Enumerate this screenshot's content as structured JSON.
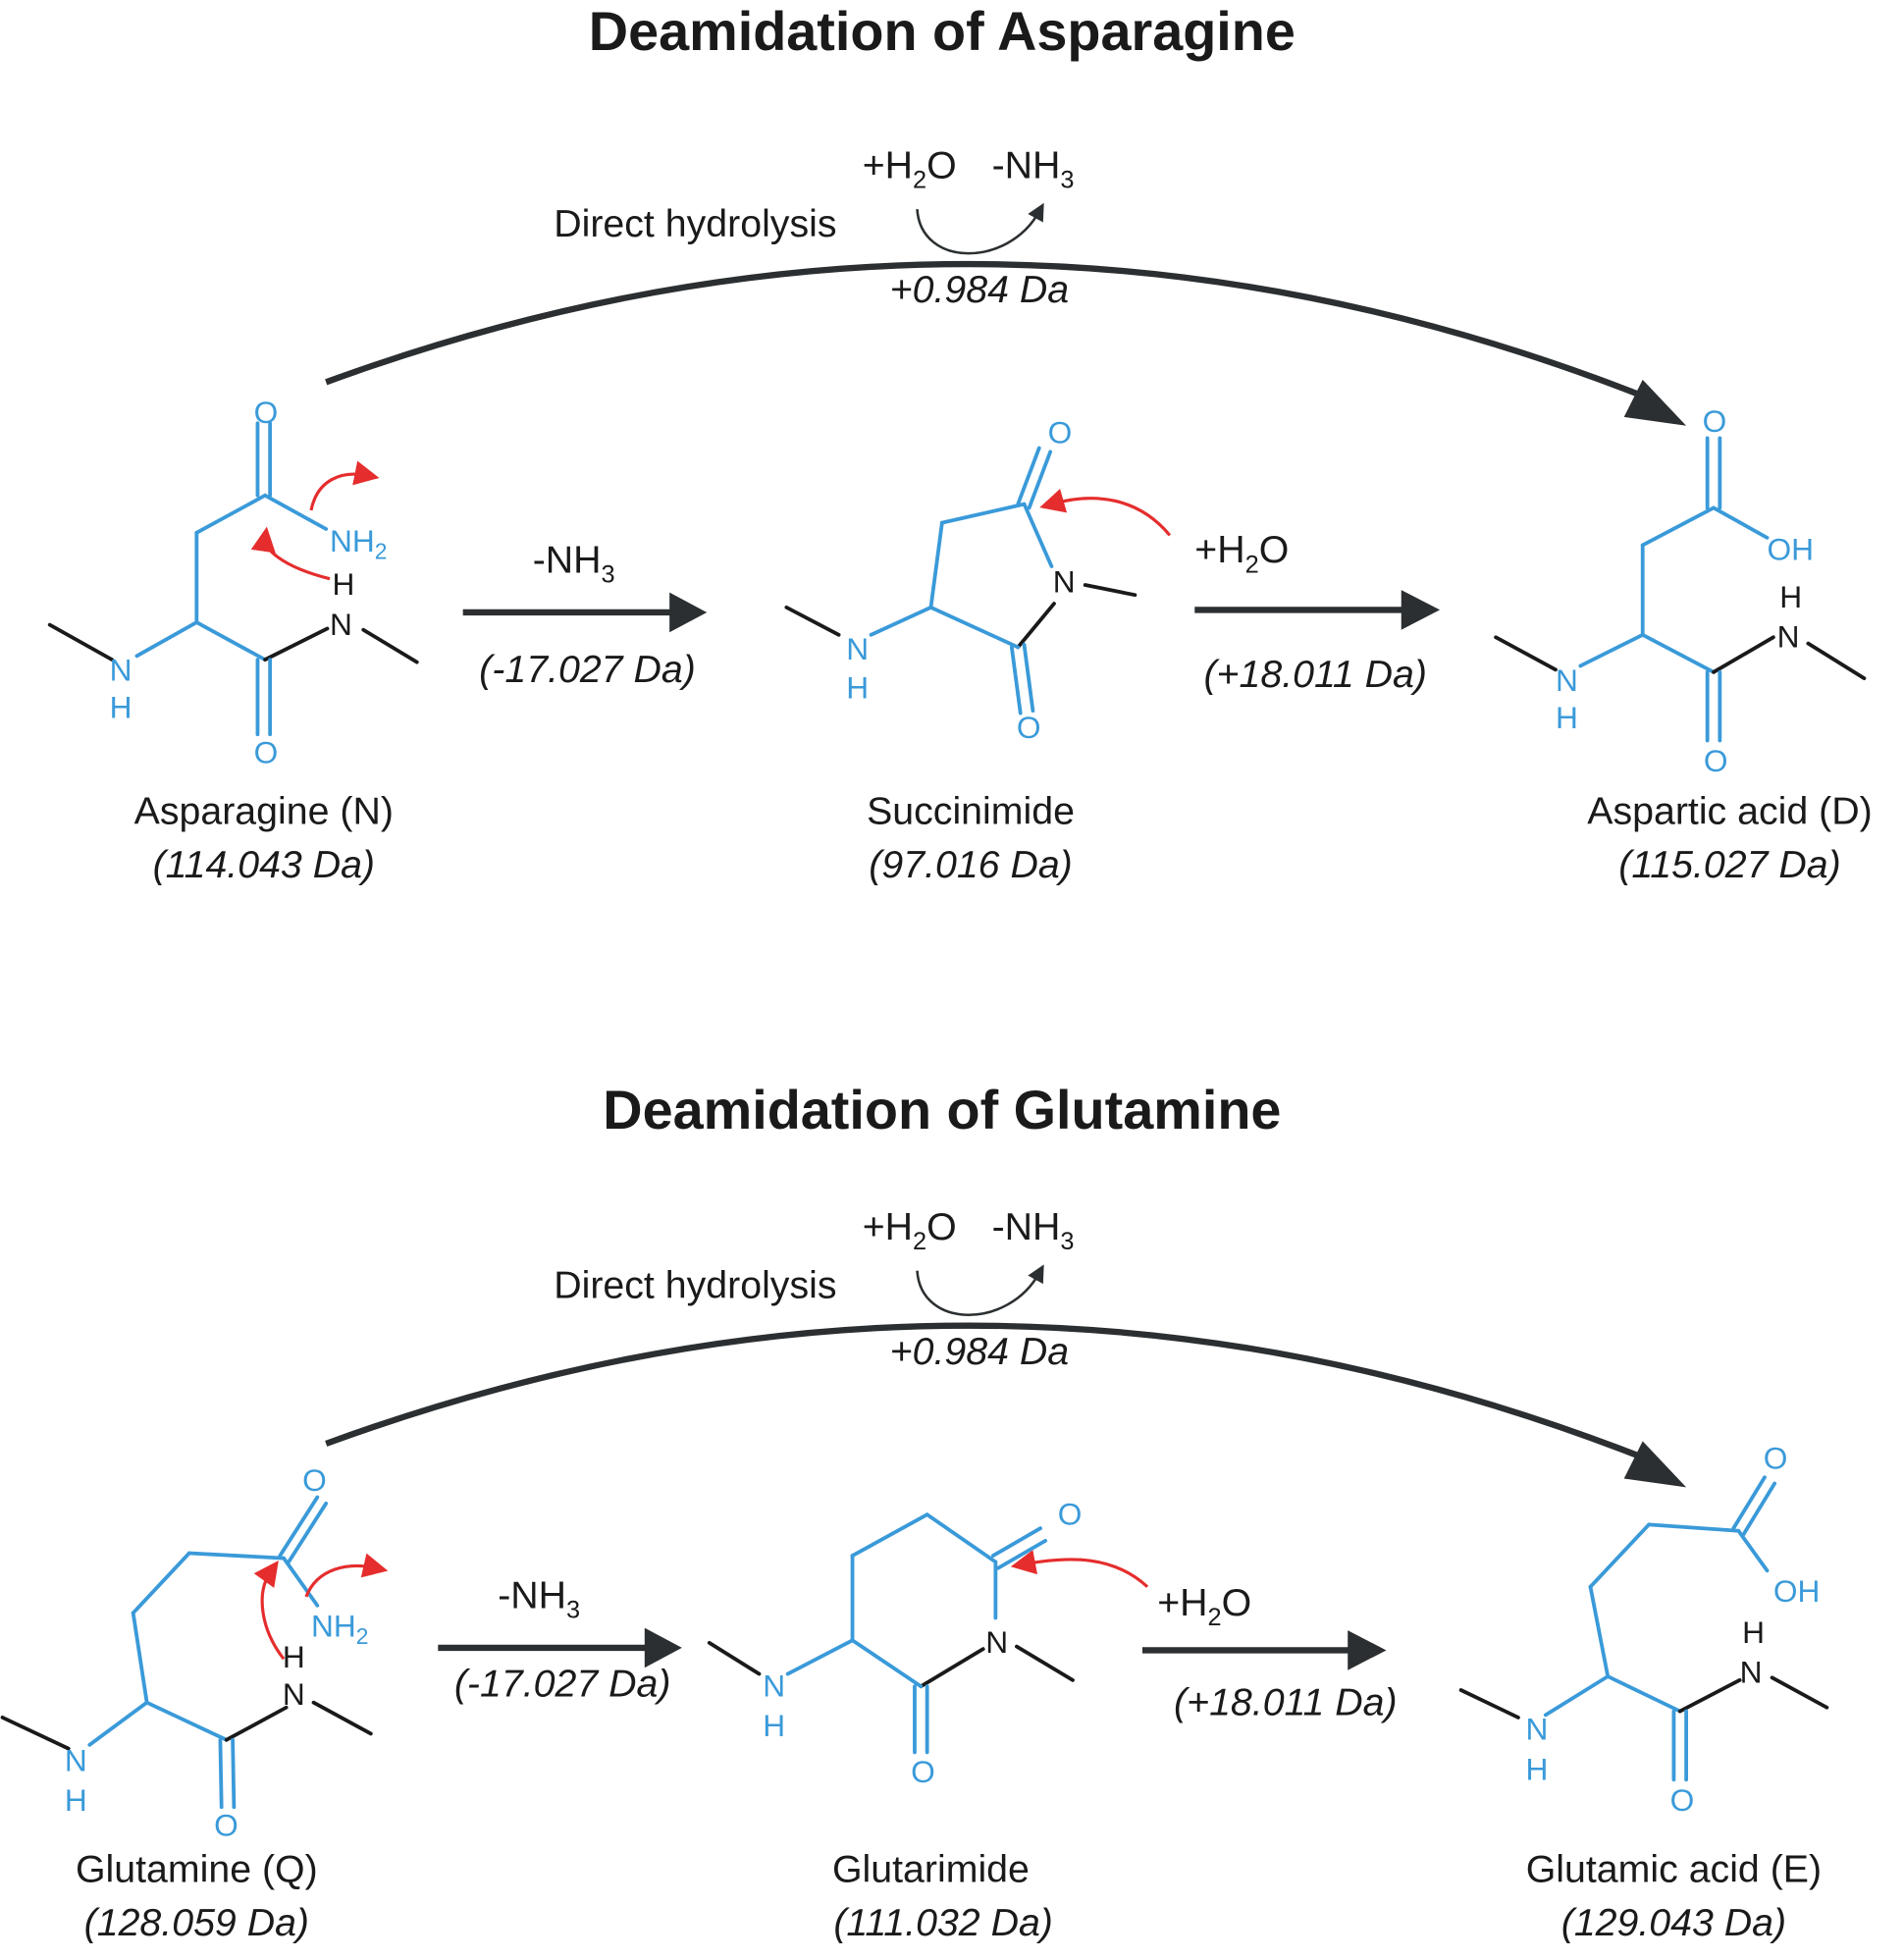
{
  "colors": {
    "residue": "#3a9ad9",
    "backbone": "#1a1a1a",
    "electron_arrow": "#e52d2d",
    "reaction_arrow": "#2b2f31"
  },
  "panels": [
    {
      "title": "Deamidation of Asparagine",
      "direct": {
        "label": "Direct hydrolysis",
        "add": "+H",
        "add_sub": "2",
        "add_tail": "O",
        "remove": "-NH",
        "remove_sub": "3",
        "mass": "+0.984 Da"
      },
      "step1": {
        "label": "-NH",
        "label_sub": "3",
        "mass": "(-17.027 Da)"
      },
      "step2": {
        "label": "+H",
        "label_sub": "2",
        "label_tail": "O",
        "mass": "(+18.011 Da)"
      },
      "start": {
        "name": "Asparagine (N)",
        "mass": "(114.043 Da)"
      },
      "intermediate": {
        "name": "Succinimide",
        "mass": "(97.016 Da)"
      },
      "product": {
        "name": "Aspartic acid (D)",
        "mass": "(115.027 Da)"
      }
    },
    {
      "title": "Deamidation of Glutamine",
      "direct": {
        "label": "Direct hydrolysis",
        "add": "+H",
        "add_sub": "2",
        "add_tail": "O",
        "remove": "-NH",
        "remove_sub": "3",
        "mass": "+0.984 Da"
      },
      "step1": {
        "label": "-NH",
        "label_sub": "3",
        "mass": "(-17.027 Da)"
      },
      "step2": {
        "label": "+H",
        "label_sub": "2",
        "label_tail": "O",
        "mass": "(+18.011 Da)"
      },
      "start": {
        "name": "Glutamine (Q)",
        "mass": "(128.059 Da)"
      },
      "intermediate": {
        "name": "Glutarimide",
        "mass": "(111.032 Da)"
      },
      "product": {
        "name": "Glutamic acid (E)",
        "mass": "(129.043 Da)"
      }
    }
  ],
  "atoms": {
    "O": "O",
    "N": "N",
    "H": "H",
    "NH2": "NH",
    "two": "2",
    "OH": "OH"
  }
}
